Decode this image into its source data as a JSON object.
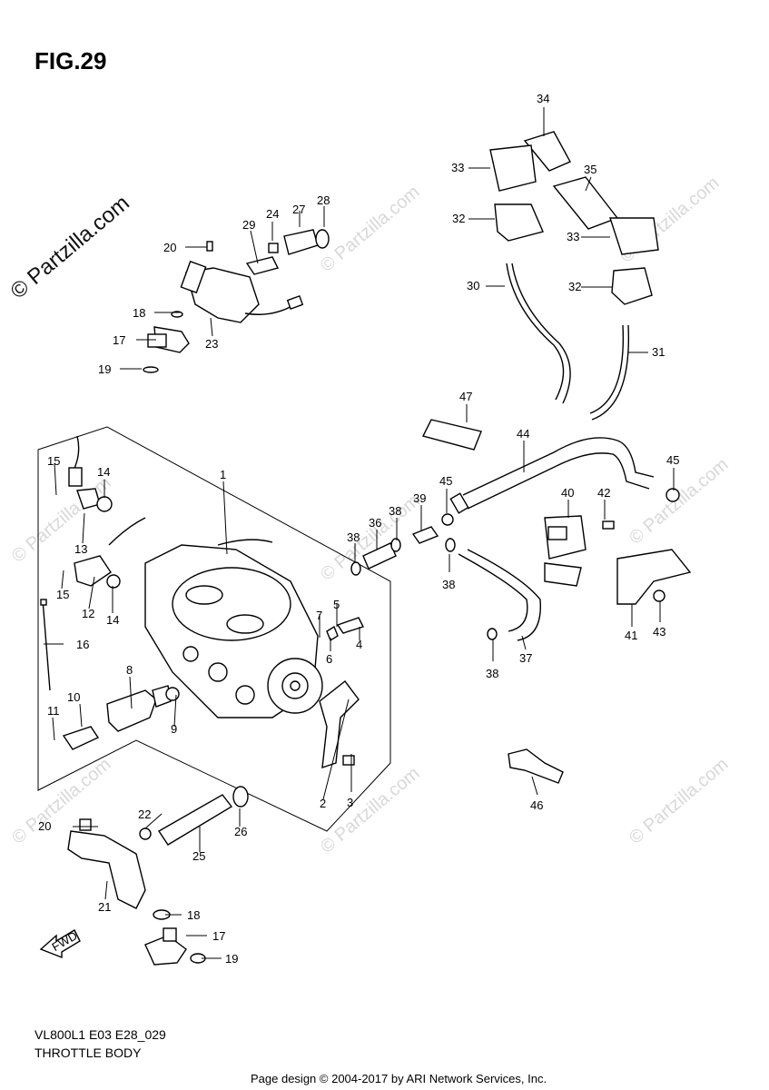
{
  "figure": {
    "title": "FIG.29"
  },
  "watermark": {
    "main": "© Partzilla.com",
    "faint": "© Partzilla.com"
  },
  "footer": {
    "model_code": "VL800L1 E03 E28_029",
    "caption": "THROTTLE BODY",
    "credit": "Page design © 2004-2017 by ARI Network Services, Inc."
  },
  "fwd_label": "FWD",
  "callouts": [
    {
      "id": "c1",
      "text": "1"
    },
    {
      "id": "c2",
      "text": "2"
    },
    {
      "id": "c3",
      "text": "3"
    },
    {
      "id": "c4",
      "text": "4"
    },
    {
      "id": "c5",
      "text": "5"
    },
    {
      "id": "c6",
      "text": "6"
    },
    {
      "id": "c7",
      "text": "7"
    },
    {
      "id": "c8",
      "text": "8"
    },
    {
      "id": "c9",
      "text": "9"
    },
    {
      "id": "c10",
      "text": "10"
    },
    {
      "id": "c11",
      "text": "11"
    },
    {
      "id": "c12",
      "text": "12"
    },
    {
      "id": "c13",
      "text": "13"
    },
    {
      "id": "c14a",
      "text": "14"
    },
    {
      "id": "c14b",
      "text": "14"
    },
    {
      "id": "c15a",
      "text": "15"
    },
    {
      "id": "c15b",
      "text": "15"
    },
    {
      "id": "c16",
      "text": "16"
    },
    {
      "id": "c17a",
      "text": "17"
    },
    {
      "id": "c17b",
      "text": "17"
    },
    {
      "id": "c18a",
      "text": "18"
    },
    {
      "id": "c18b",
      "text": "18"
    },
    {
      "id": "c19a",
      "text": "19"
    },
    {
      "id": "c19b",
      "text": "19"
    },
    {
      "id": "c20a",
      "text": "20"
    },
    {
      "id": "c20b",
      "text": "20"
    },
    {
      "id": "c21",
      "text": "21"
    },
    {
      "id": "c22",
      "text": "22"
    },
    {
      "id": "c23",
      "text": "23"
    },
    {
      "id": "c24",
      "text": "24"
    },
    {
      "id": "c25",
      "text": "25"
    },
    {
      "id": "c26",
      "text": "26"
    },
    {
      "id": "c27",
      "text": "27"
    },
    {
      "id": "c28",
      "text": "28"
    },
    {
      "id": "c29",
      "text": "29"
    },
    {
      "id": "c30",
      "text": "30"
    },
    {
      "id": "c31",
      "text": "31"
    },
    {
      "id": "c32a",
      "text": "32"
    },
    {
      "id": "c32b",
      "text": "32"
    },
    {
      "id": "c33a",
      "text": "33"
    },
    {
      "id": "c33b",
      "text": "33"
    },
    {
      "id": "c34",
      "text": "34"
    },
    {
      "id": "c35",
      "text": "35"
    },
    {
      "id": "c36",
      "text": "36"
    },
    {
      "id": "c37",
      "text": "37"
    },
    {
      "id": "c38a",
      "text": "38"
    },
    {
      "id": "c38b",
      "text": "38"
    },
    {
      "id": "c38c",
      "text": "38"
    },
    {
      "id": "c38d",
      "text": "38"
    },
    {
      "id": "c39",
      "text": "39"
    },
    {
      "id": "c40",
      "text": "40"
    },
    {
      "id": "c41",
      "text": "41"
    },
    {
      "id": "c42",
      "text": "42"
    },
    {
      "id": "c43",
      "text": "43"
    },
    {
      "id": "c44",
      "text": "44"
    },
    {
      "id": "c45a",
      "text": "45"
    },
    {
      "id": "c45b",
      "text": "45"
    },
    {
      "id": "c46",
      "text": "46"
    },
    {
      "id": "c47",
      "text": "47"
    }
  ]
}
